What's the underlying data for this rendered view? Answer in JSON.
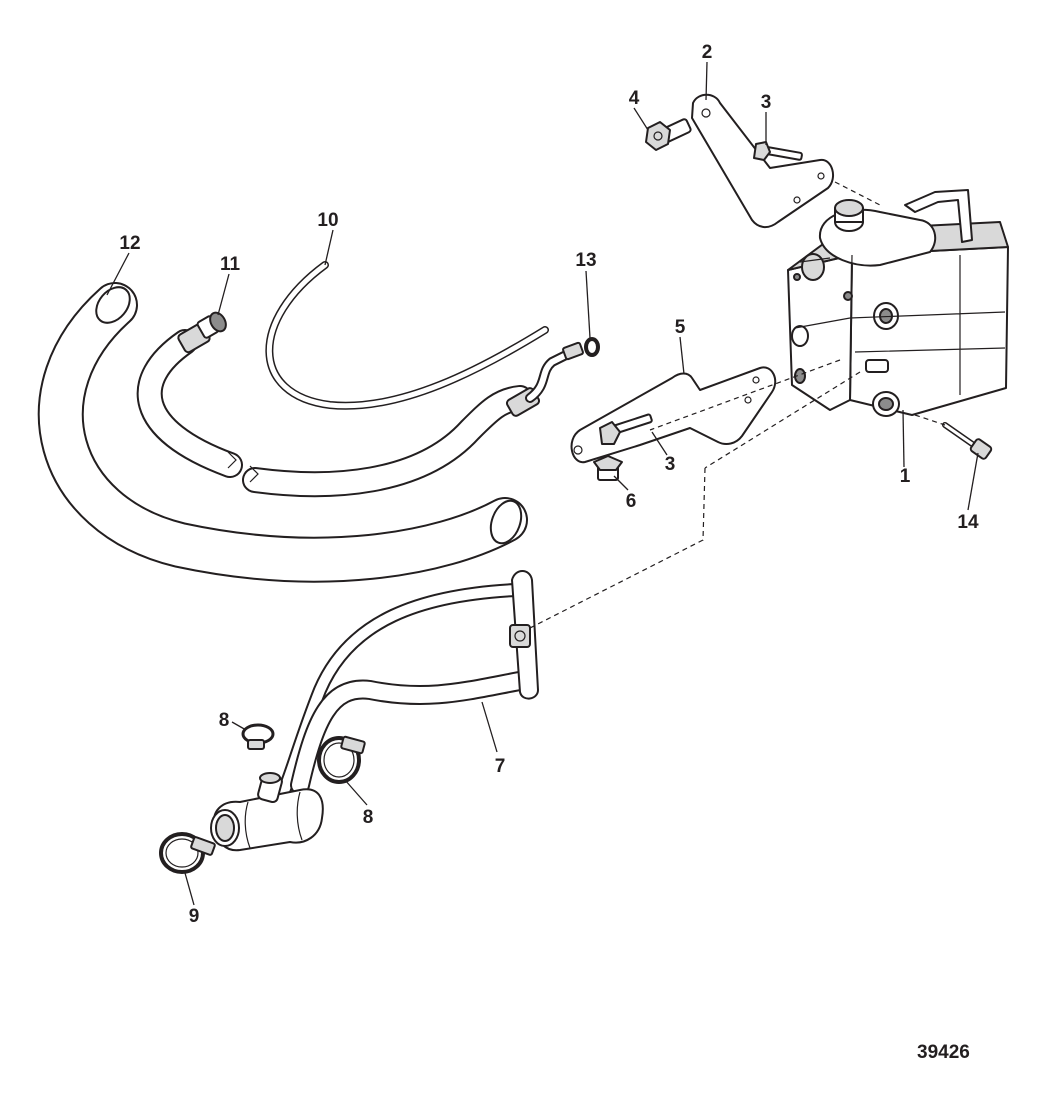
{
  "callouts": {
    "c1": "1",
    "c2": "2",
    "c3a": "3",
    "c3b": "3",
    "c4": "4",
    "c5": "5",
    "c6": "6",
    "c7": "7",
    "c8a": "8",
    "c8b": "8",
    "c9": "9",
    "c10": "10",
    "c11": "11",
    "c12": "12",
    "c13": "13",
    "c14": "14"
  },
  "figure_id": "39426",
  "colors": {
    "line": "#231f20",
    "background": "#ffffff",
    "shade": "#d9d9d9"
  }
}
